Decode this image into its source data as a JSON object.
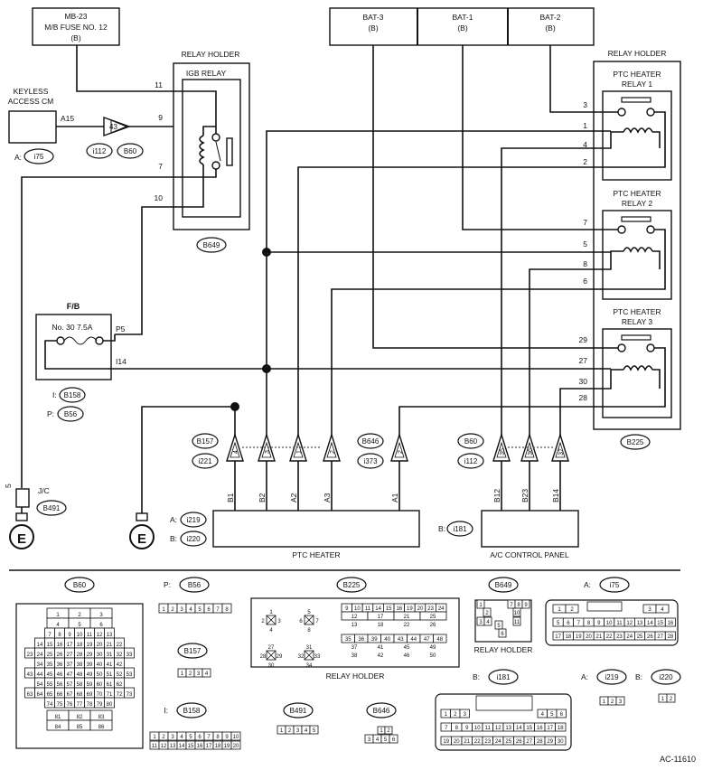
{
  "sources": {
    "fuse": {
      "line1": "MB-23",
      "line2": "M/B FUSE NO. 12",
      "line3": "(B)"
    },
    "bat3": {
      "name": "BAT-3",
      "sub": "(B)"
    },
    "bat1": {
      "name": "BAT-1",
      "sub": "(B)"
    },
    "bat2": {
      "name": "BAT-2",
      "sub": "(B)"
    }
  },
  "keyless": {
    "line1": "KEYLESS",
    "line2": "ACCESS CM",
    "pin": "A15",
    "conn_prefix": "A:",
    "conn": "i75",
    "mid_pin": "43",
    "mid_conn1": "i112",
    "mid_conn2": "B60"
  },
  "igb": {
    "holder_label": "RELAY HOLDER",
    "relay_label": "IGB RELAY",
    "pins": {
      "p11": "11",
      "p9": "9",
      "p7": "7",
      "p10": "10"
    },
    "conn": "B649"
  },
  "fb": {
    "title": "F/B",
    "fuse_label": "No. 30  7.5A",
    "pin_p5": "P5",
    "pin_i14": "I14",
    "conn1_prefix": "I:",
    "conn1": "B158",
    "conn2_prefix": "P:",
    "conn2": "B56"
  },
  "ptc_holder": {
    "label": "RELAY HOLDER",
    "relays": [
      {
        "l1": "PTC HEATER",
        "l2": "RELAY 1"
      },
      {
        "l1": "PTC HEATER",
        "l2": "RELAY 2"
      },
      {
        "l1": "PTC HEATER",
        "l2": "RELAY 3"
      }
    ],
    "pins": {
      "p3": "3",
      "p1": "1",
      "p4": "4",
      "p2": "2",
      "p7": "7",
      "p5": "5",
      "p8": "8",
      "p6": "6",
      "p29": "29",
      "p27": "27",
      "p30": "30",
      "p28": "28"
    },
    "conn": "B225"
  },
  "row": {
    "connA1": "B157",
    "connA2": "i221",
    "connB1": "B646",
    "connB2": "i373",
    "connC1": "B60",
    "connC2": "i112",
    "triangles": [
      {
        "pin": "4"
      },
      {
        "pin": "3"
      },
      {
        "pin": "1"
      },
      {
        "pin": "2"
      },
      {
        "pin": "2"
      },
      {
        "pin": "35"
      },
      {
        "pin": "36"
      },
      {
        "pin": "37"
      }
    ],
    "heater_pins": [
      "B1",
      "B2",
      "A2",
      "A3",
      "A1",
      "B12",
      "B23",
      "B14"
    ]
  },
  "heater": {
    "label": "PTC HEATER",
    "conn1_prefix": "A:",
    "conn1": "i219",
    "conn2_prefix": "B:",
    "conn2": "i220"
  },
  "acpanel": {
    "label": "A/C CONTROL PANEL",
    "conn_prefix": "B:",
    "conn": "i181"
  },
  "jc": {
    "label": "J/C",
    "pin": "5",
    "conn": "B491"
  },
  "ground_label": "E",
  "faces": {
    "b60": {
      "title": "B60",
      "rows": [
        [
          "1",
          "2",
          "3"
        ],
        [
          "4",
          "5",
          "6"
        ],
        [
          "7",
          "8",
          "9",
          "10",
          "11",
          "12",
          "13"
        ],
        [
          "14",
          "15",
          "16",
          "17",
          "18",
          "19",
          "20",
          "21",
          "22"
        ],
        [
          "23",
          "24",
          "25",
          "26",
          "27",
          "28",
          "29",
          "30",
          "31",
          "32",
          "33"
        ],
        [
          "34",
          "35",
          "36",
          "37",
          "38",
          "39",
          "40",
          "41",
          "42"
        ],
        [
          "43",
          "44",
          "45",
          "46",
          "47",
          "48",
          "49",
          "50",
          "51",
          "52",
          "53"
        ],
        [
          "54",
          "55",
          "56",
          "57",
          "58",
          "59",
          "60",
          "61",
          "62"
        ],
        [
          "63",
          "64",
          "65",
          "66",
          "67",
          "68",
          "69",
          "70",
          "71",
          "72",
          "73"
        ],
        [
          "74",
          "75",
          "76",
          "77",
          "78",
          "79",
          "80"
        ],
        [
          "81",
          "82",
          "83"
        ],
        [
          "84",
          "85",
          "86"
        ]
      ]
    },
    "b56": {
      "prefix": "P:",
      "title": "B56",
      "pins": [
        "1",
        "2",
        "3",
        "4",
        "5",
        "6",
        "7",
        "8"
      ]
    },
    "b225": {
      "title": "B225",
      "label": "RELAY HOLDER",
      "left": [
        "1",
        "2",
        "3",
        "4",
        "5",
        "6",
        "7",
        "8",
        "27",
        "28",
        "29",
        "30",
        "31",
        "32",
        "33",
        "34"
      ],
      "right_rows": [
        [
          "9",
          "10",
          "11",
          "14",
          "15",
          "16",
          "19",
          "20",
          "23",
          "24"
        ],
        [
          "12",
          "17",
          "21",
          "25"
        ],
        [
          "13",
          "18",
          "22",
          "26"
        ],
        [
          "35",
          "36",
          "39",
          "40",
          "43",
          "44",
          "47",
          "48"
        ],
        [
          "37",
          "41",
          "45",
          "49"
        ],
        [
          "38",
          "42",
          "46",
          "50"
        ]
      ]
    },
    "b649": {
      "title": "B649",
      "label": "RELAY HOLDER",
      "pins": [
        "1",
        "7",
        "8",
        "9",
        "2",
        "10",
        "3",
        "4",
        "5",
        "11",
        "6"
      ]
    },
    "i75": {
      "prefix": "A:",
      "title": "i75",
      "rows": [
        [
          "1",
          "2",
          "3",
          "4"
        ],
        [
          "5",
          "6",
          "7",
          "8",
          "9",
          "10",
          "11",
          "12",
          "13",
          "14",
          "15",
          "16"
        ],
        [
          "17",
          "18",
          "19",
          "20",
          "21",
          "22",
          "23",
          "24",
          "25",
          "26",
          "27",
          "28"
        ]
      ]
    },
    "b157": {
      "title": "B157",
      "pins": [
        "1",
        "2",
        "3",
        "4"
      ]
    },
    "b158": {
      "prefix": "I:",
      "title": "B158",
      "rows": [
        [
          "1",
          "2",
          "3",
          "4",
          "5",
          "6",
          "7",
          "8",
          "9",
          "10"
        ],
        [
          "11",
          "12",
          "13",
          "14",
          "15",
          "16",
          "17",
          "18",
          "19",
          "20"
        ]
      ]
    },
    "b491": {
      "title": "B491",
      "pins": [
        "1",
        "2",
        "3",
        "4",
        "5"
      ]
    },
    "b646": {
      "title": "B646",
      "rows": [
        [
          "1",
          "2"
        ],
        [
          "3",
          "4",
          "5",
          "6"
        ]
      ]
    },
    "i181": {
      "prefix": "B:",
      "title": "i181",
      "rows": [
        [
          "1",
          "2",
          "3",
          "4",
          "5",
          "6"
        ],
        [
          "7",
          "8",
          "9",
          "10",
          "11",
          "12",
          "13",
          "14",
          "15",
          "16",
          "17",
          "18"
        ],
        [
          "19",
          "20",
          "21",
          "22",
          "23",
          "24",
          "25",
          "26",
          "27",
          "28",
          "29",
          "30"
        ]
      ]
    },
    "i219": {
      "prefix": "A:",
      "title": "i219",
      "pins": [
        "1",
        "2",
        "3"
      ]
    },
    "i220": {
      "prefix": "B:",
      "title": "i220",
      "pins": [
        "1",
        "2"
      ]
    }
  },
  "ref_code": "AC-11610"
}
